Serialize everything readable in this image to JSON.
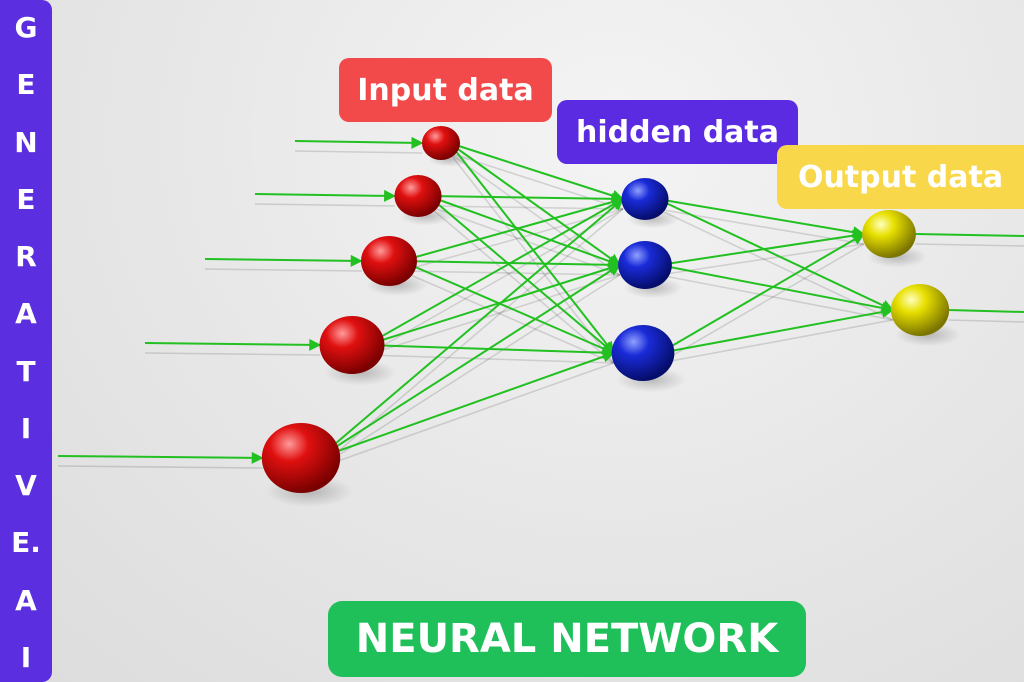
{
  "side_banner": {
    "text": "GENERATIVE.AI",
    "letters": [
      "G",
      "E",
      "N",
      "E",
      "R",
      "A",
      "T",
      "I",
      "V",
      "E.",
      "A",
      "I"
    ],
    "color": "#5b2ee0"
  },
  "labels": {
    "input": "Input data",
    "hidden": "hidden data",
    "output": "Output data"
  },
  "title": "NEURAL NETWORK",
  "colors": {
    "input_node": "#e01010",
    "hidden_node": "#1a2bd8",
    "output_node": "#e8e000",
    "connection": "#22c020",
    "input_label_bg": "#f24a4a",
    "hidden_label_bg": "#5a2be0",
    "output_label_bg": "#f8d84a",
    "title_bg": "#1fc05a"
  },
  "network": {
    "layers": [
      {
        "name": "input",
        "node_count": 5
      },
      {
        "name": "hidden",
        "node_count": 3
      },
      {
        "name": "output",
        "node_count": 2
      }
    ],
    "fully_connected": true,
    "input_arrows": true,
    "output_lines": true
  }
}
